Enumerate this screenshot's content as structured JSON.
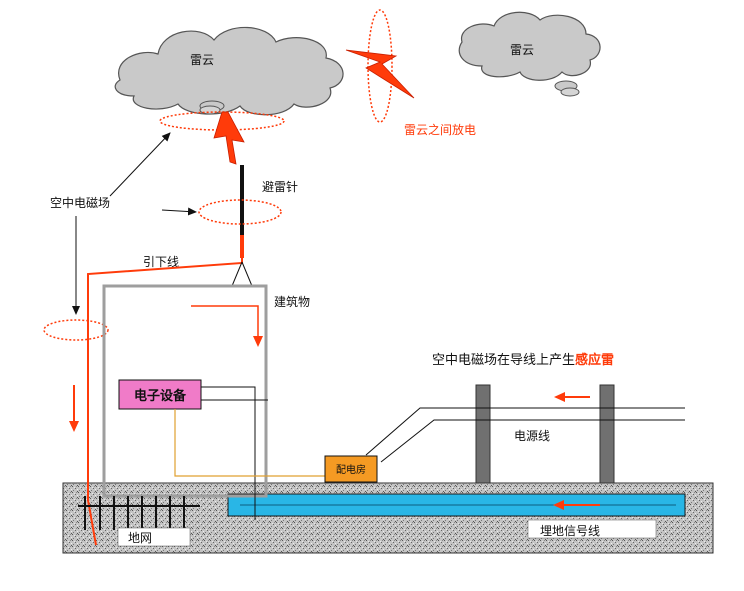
{
  "labels": {
    "cloud_left": "雷云",
    "cloud_right": "雷云",
    "cloud_discharge": "雷云之间放电",
    "air_em_field": "空中电磁场",
    "lightning_rod": "避雷针",
    "down_conductor": "引下线",
    "building": "建筑物",
    "induced_prefix": "空中电磁场在导线上产生",
    "induced_emphasis": "感应雷",
    "electronic_equipment": "电子设备",
    "power_line": "电源线",
    "distribution_room": "配电房",
    "ground_grid": "地网",
    "buried_signal_line": "埋地信号线"
  },
  "colors": {
    "lightning": "#ff3b0a",
    "ground_texture": "#b8b8b8",
    "signal_line_fill": "#29b6e6",
    "equipment_fill": "#f07bc8",
    "distribution_fill": "#f59a23",
    "cloud_fill": "#c9c9c9",
    "building_stroke": "#9e9e9e",
    "pole_fill": "#707070"
  }
}
